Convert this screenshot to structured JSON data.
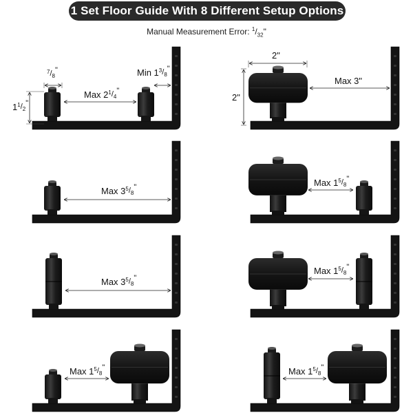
{
  "header": {
    "title": "1 Set Floor Guide With 8 Different Setup Options",
    "subtitle_prefix": "Manual Measurement Error: ",
    "subtitle_frac_num": "1",
    "subtitle_frac_den": "32",
    "subtitle_suffix": "\""
  },
  "panels": [
    {
      "name": "option-1",
      "labels": {
        "width_whole": "",
        "width_num": "7",
        "width_den": "8",
        "height_whole": "1",
        "height_num": "1",
        "height_den": "2",
        "gap_prefix": "Max 2",
        "gap_num": "1",
        "gap_den": "4",
        "min_prefix": "Min 1",
        "min_num": "3",
        "min_den": "8"
      }
    },
    {
      "name": "option-2",
      "labels": {
        "width": "2\"",
        "height": "2\"",
        "gap": "Max 3\""
      }
    },
    {
      "name": "option-3",
      "labels": {
        "gap_prefix": "Max 3",
        "gap_num": "5",
        "gap_den": "8"
      }
    },
    {
      "name": "option-4",
      "labels": {
        "gap_prefix": "Max 1",
        "gap_num": "5",
        "gap_den": "8"
      }
    },
    {
      "name": "option-5",
      "labels": {
        "gap_prefix": "Max 3",
        "gap_num": "5",
        "gap_den": "8"
      }
    },
    {
      "name": "option-6",
      "labels": {
        "gap_prefix": "Max 1",
        "gap_num": "5",
        "gap_den": "8"
      }
    },
    {
      "name": "option-7",
      "labels": {
        "gap_prefix": "Max 1",
        "gap_num": "5",
        "gap_den": "8"
      }
    },
    {
      "name": "option-8",
      "labels": {
        "gap_prefix": "Max 1",
        "gap_num": "5",
        "gap_den": "8"
      }
    }
  ],
  "colors": {
    "header_bg": "#2a2a2a",
    "hardware": "#1b1b1b",
    "hardware_highlight": "#4a4a4a",
    "dimension_line": "#222222"
  }
}
